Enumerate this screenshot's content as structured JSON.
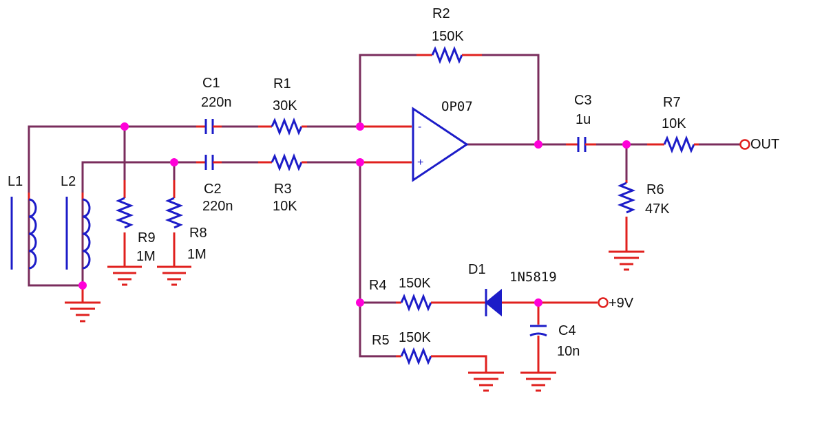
{
  "components": {
    "r1": {
      "ref": "R1",
      "value": "30K"
    },
    "r2": {
      "ref": "R2",
      "value": "150K"
    },
    "r3": {
      "ref": "R3",
      "value": "10K"
    },
    "r4": {
      "ref": "R4",
      "value": "150K"
    },
    "r5": {
      "ref": "R5",
      "value": "150K"
    },
    "r6": {
      "ref": "R6",
      "value": "47K"
    },
    "r7": {
      "ref": "R7",
      "value": "10K"
    },
    "r8": {
      "ref": "R8",
      "value": "1M"
    },
    "r9": {
      "ref": "R9",
      "value": "1M"
    },
    "c1": {
      "ref": "C1",
      "value": "220n"
    },
    "c2": {
      "ref": "C2",
      "value": "220n"
    },
    "c3": {
      "ref": "C3",
      "value": "1u"
    },
    "c4": {
      "ref": "C4",
      "value": "10n"
    },
    "l1": {
      "ref": "L1"
    },
    "l2": {
      "ref": "L2"
    },
    "d1": {
      "ref": "D1",
      "value": "1N5819"
    },
    "u1": {
      "value": "OP07",
      "pin_minus": "-",
      "pin_plus": "+"
    }
  },
  "terminals": {
    "out": "OUT",
    "supply": "+9V"
  },
  "colors": {
    "wire": "#7a2d5c",
    "lead": "#e0201e",
    "component": "#1c1cc8",
    "junction": "#ff00d8"
  }
}
